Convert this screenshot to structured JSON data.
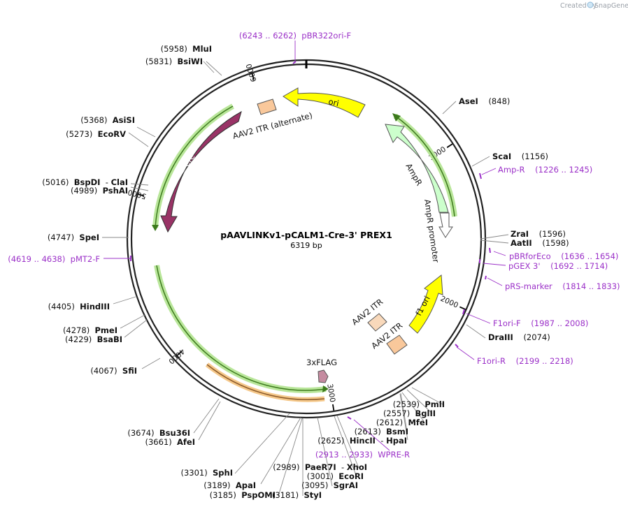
{
  "brand": {
    "created_by": "Created by",
    "name": "SnapGene"
  },
  "plasmid": {
    "name": "pAAVLINKv1-pCALM1-Cre-3' PREX1",
    "size_label": "6319 bp",
    "length": 6319
  },
  "ticks": [
    {
      "pos": 1000,
      "label": "1000"
    },
    {
      "pos": 2000,
      "label": "2000"
    },
    {
      "pos": 3000,
      "label": "3000"
    },
    {
      "pos": 4000,
      "label": "4000"
    },
    {
      "pos": 5000,
      "label": "5000"
    },
    {
      "pos": 6000,
      "label": "6000"
    }
  ],
  "features": [
    {
      "label": "ori",
      "color": "#ffff00",
      "type": "arrow"
    },
    {
      "label": "AAV2 ITR (alternate)",
      "color": "#f9c89b",
      "type": "box"
    },
    {
      "label": "Cre",
      "color": "#993366",
      "type": "arrow"
    },
    {
      "label": "AmpR",
      "color": "#ccffcc",
      "type": "arrow"
    },
    {
      "label": "AmpR promoter",
      "color": "#ffffff",
      "type": "arrow"
    },
    {
      "label": "f1 ori",
      "color": "#ffff00",
      "type": "arrow"
    },
    {
      "label": "AAV2 ITR",
      "color": "#f9d9bb",
      "type": "box"
    },
    {
      "label": "AAV2 ITR",
      "color": "#f9c89b",
      "type": "box"
    },
    {
      "label": "3xFLAG",
      "color": "#c58ba0",
      "type": "arrow"
    }
  ],
  "sites": [
    {
      "name": "MluI",
      "pos": "(5958)",
      "kind": "enzyme"
    },
    {
      "name": "BsiWI",
      "pos": "(5831)",
      "kind": "enzyme"
    },
    {
      "name": "pBR322ori-F",
      "pos": "(6243 .. 6262)",
      "kind": "primer"
    },
    {
      "name": "AsiSI",
      "pos": "(5368)",
      "kind": "enzyme"
    },
    {
      "name": "EcoRV",
      "pos": "(5273)",
      "kind": "enzyme"
    },
    {
      "name": "BspDI",
      "pos": "(5016)",
      "kind": "enzyme",
      "alt": "ClaI"
    },
    {
      "name": "PshAI",
      "pos": "(4989)",
      "kind": "enzyme"
    },
    {
      "name": "SpeI",
      "pos": "(4747)",
      "kind": "enzyme"
    },
    {
      "name": "pMT2-F",
      "pos": "(4619 .. 4638)",
      "kind": "primer"
    },
    {
      "name": "HindIII",
      "pos": "(4405)",
      "kind": "enzyme"
    },
    {
      "name": "PmeI",
      "pos": "(4278)",
      "kind": "enzyme"
    },
    {
      "name": "BsaBI",
      "pos": "(4229)",
      "kind": "enzyme"
    },
    {
      "name": "SfiI",
      "pos": "(4067)",
      "kind": "enzyme"
    },
    {
      "name": "Bsu36I",
      "pos": "(3674)",
      "kind": "enzyme"
    },
    {
      "name": "AfeI",
      "pos": "(3661)",
      "kind": "enzyme"
    },
    {
      "name": "SphI",
      "pos": "(3301)",
      "kind": "enzyme"
    },
    {
      "name": "ApaI",
      "pos": "(3189)",
      "kind": "enzyme"
    },
    {
      "name": "PspOMI",
      "pos": "(3185)",
      "kind": "enzyme"
    },
    {
      "name": "StyI",
      "pos": "(3181)",
      "kind": "enzyme"
    },
    {
      "name": "SgrAI",
      "pos": "(3095)",
      "kind": "enzyme"
    },
    {
      "name": "EcoRI",
      "pos": "(3001)",
      "kind": "enzyme"
    },
    {
      "name": "PaeR7I",
      "pos": "(2989)",
      "kind": "enzyme",
      "alt": "XhoI"
    },
    {
      "name": "WPRE-R",
      "pos": "(2913 .. 2933)",
      "kind": "primer"
    },
    {
      "name": "HincII",
      "pos": "(2625)",
      "kind": "enzyme",
      "alt": "HpaI"
    },
    {
      "name": "BsmI",
      "pos": "(2613)",
      "kind": "enzyme"
    },
    {
      "name": "MfeI",
      "pos": "(2612)",
      "kind": "enzyme"
    },
    {
      "name": "BglII",
      "pos": "(2557)",
      "kind": "enzyme"
    },
    {
      "name": "PmlI",
      "pos": "(2539)",
      "kind": "enzyme"
    },
    {
      "name": "AseI",
      "pos": "(848)",
      "kind": "enzyme"
    },
    {
      "name": "ScaI",
      "pos": "(1156)",
      "kind": "enzyme"
    },
    {
      "name": "Amp-R",
      "pos": "(1226 .. 1245)",
      "kind": "primer"
    },
    {
      "name": "ZraI",
      "pos": "(1596)",
      "kind": "enzyme"
    },
    {
      "name": "AatII",
      "pos": "(1598)",
      "kind": "enzyme"
    },
    {
      "name": "pBRforEco",
      "pos": "(1636 .. 1654)",
      "kind": "primer"
    },
    {
      "name": "pGEX 3'",
      "pos": "(1692 .. 1714)",
      "kind": "primer"
    },
    {
      "name": "pRS-marker",
      "pos": "(1814 .. 1833)",
      "kind": "primer"
    },
    {
      "name": "F1ori-F",
      "pos": "(1987 .. 2008)",
      "kind": "primer"
    },
    {
      "name": "DraIII",
      "pos": "(2074)",
      "kind": "enzyme"
    },
    {
      "name": "F1ori-R",
      "pos": "(2199 .. 2218)",
      "kind": "primer"
    }
  ]
}
